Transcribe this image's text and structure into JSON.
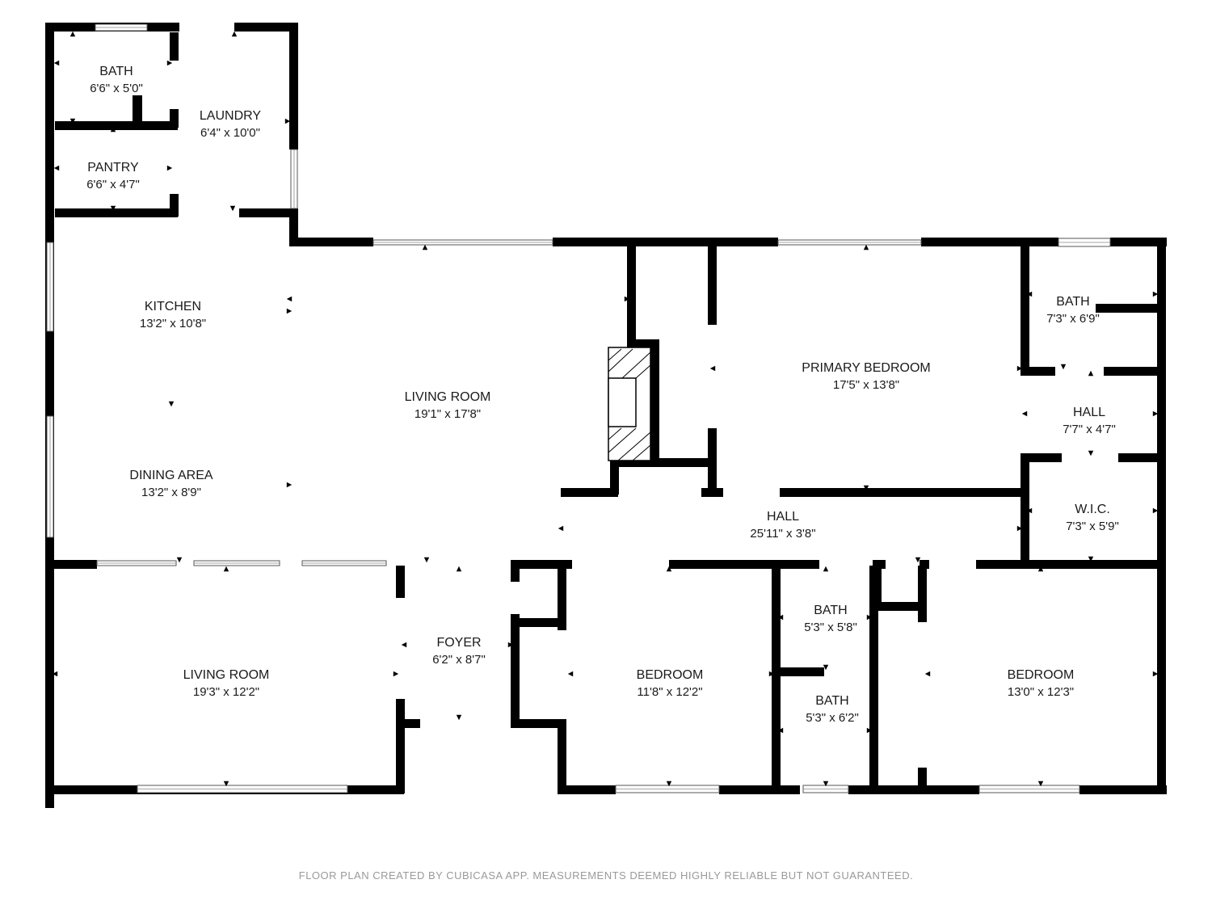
{
  "rooms": [
    {
      "name": "BATH",
      "dims": "6'6\" x 5'0\""
    },
    {
      "name": "LAUNDRY",
      "dims": "6'4\" x 10'0\""
    },
    {
      "name": "PANTRY",
      "dims": "6'6\" x 4'7\""
    },
    {
      "name": "KITCHEN",
      "dims": "13'2\" x 10'8\""
    },
    {
      "name": "DINING AREA",
      "dims": "13'2\" x 8'9\""
    },
    {
      "name": "LIVING ROOM",
      "dims": "19'1\" x 17'8\""
    },
    {
      "name": "PRIMARY BEDROOM",
      "dims": "17'5\" x 13'8\""
    },
    {
      "name": "BATH",
      "dims": "7'3\" x 6'9\""
    },
    {
      "name": "HALL",
      "dims": "7'7\" x 4'7\""
    },
    {
      "name": "W.I.C.",
      "dims": "7'3\" x 5'9\""
    },
    {
      "name": "HALL",
      "dims": "25'11\" x 3'8\""
    },
    {
      "name": "LIVING ROOM",
      "dims": "19'3\" x 12'2\""
    },
    {
      "name": "FOYER",
      "dims": "6'2\" x 8'7\""
    },
    {
      "name": "BEDROOM",
      "dims": "11'8\" x 12'2\""
    },
    {
      "name": "BATH",
      "dims": "5'3\" x 5'8\""
    },
    {
      "name": "BATH",
      "dims": "5'3\" x 6'2\""
    },
    {
      "name": "BEDROOM",
      "dims": "13'0\" x 12'3\""
    }
  ],
  "footer": "FLOOR PLAN CREATED BY CUBICASA APP. MEASUREMENTS DEEMED HIGHLY RELIABLE BUT NOT GUARANTEED."
}
